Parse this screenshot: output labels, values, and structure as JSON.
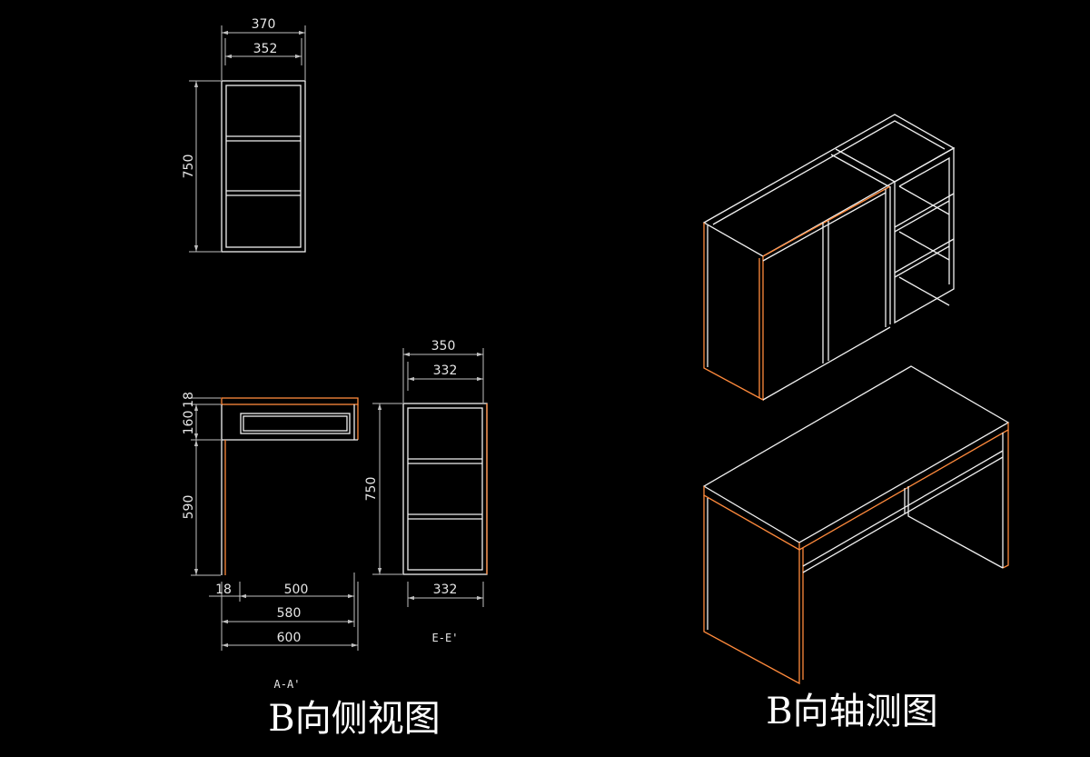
{
  "titles": {
    "side_view": "B向侧视图",
    "axonometric": "B向轴测图"
  },
  "section_labels": {
    "a": "A-A'",
    "e": "E-E'"
  },
  "dimensions": {
    "cabinet_width_outer": "370",
    "cabinet_width_inner": "352",
    "cabinet_height": "750",
    "desk_top_thickness": "18",
    "desk_drawer_height": "160",
    "desk_leg_height": "590",
    "desk_leg_thickness": "18",
    "desk_inner_span": "500",
    "desk_depth_inner": "580",
    "desk_depth": "600",
    "shelf_width_outer": "350",
    "shelf_width_inner": "332",
    "shelf_height": "750",
    "shelf_bottom_width": "332"
  },
  "colors": {
    "background": "#000000",
    "line_white": "#f0f0f0",
    "line_orange": "#ff8a3c",
    "text": "#e6e6e6"
  }
}
